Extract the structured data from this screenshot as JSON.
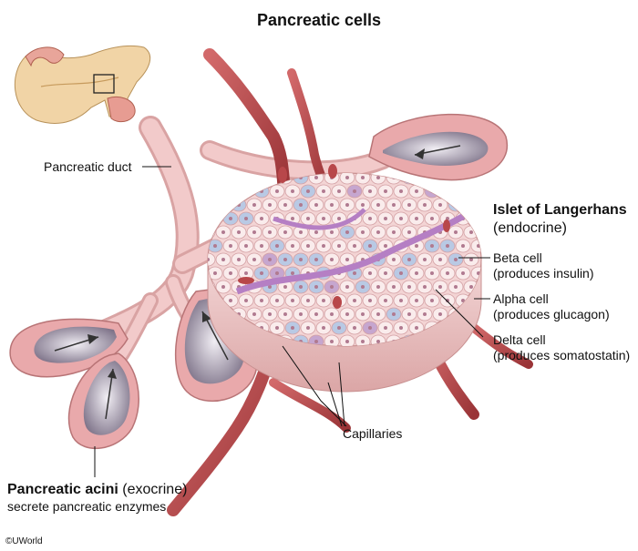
{
  "title": "Pancreatic cells",
  "labels": {
    "pancreatic_duct": "Pancreatic duct",
    "islet_title": "Islet of Langerhans",
    "islet_sub": "(endocrine)",
    "beta_cell": "Beta cell",
    "beta_function": "(produces insulin)",
    "alpha_cell": "Alpha cell",
    "alpha_function": "(produces glucagon)",
    "delta_cell": "Delta cell",
    "delta_function": "(produces somatostatin)",
    "capillaries": "Capillaries",
    "acini_title": "Pancreatic acini",
    "acini_type": " (exocrine)",
    "acini_function": "secrete pancreatic enzymes"
  },
  "copyright": "©UWorld",
  "colors": {
    "duct": "#eab4b4",
    "acinus": "#e9a9ab",
    "islet": "#f3d4d4",
    "beta": "#faecec",
    "alpha": "#b9c9e4",
    "delta": "#c6a6cf",
    "capillary": "#b8474a",
    "pancreas": "#f1d4a6"
  }
}
